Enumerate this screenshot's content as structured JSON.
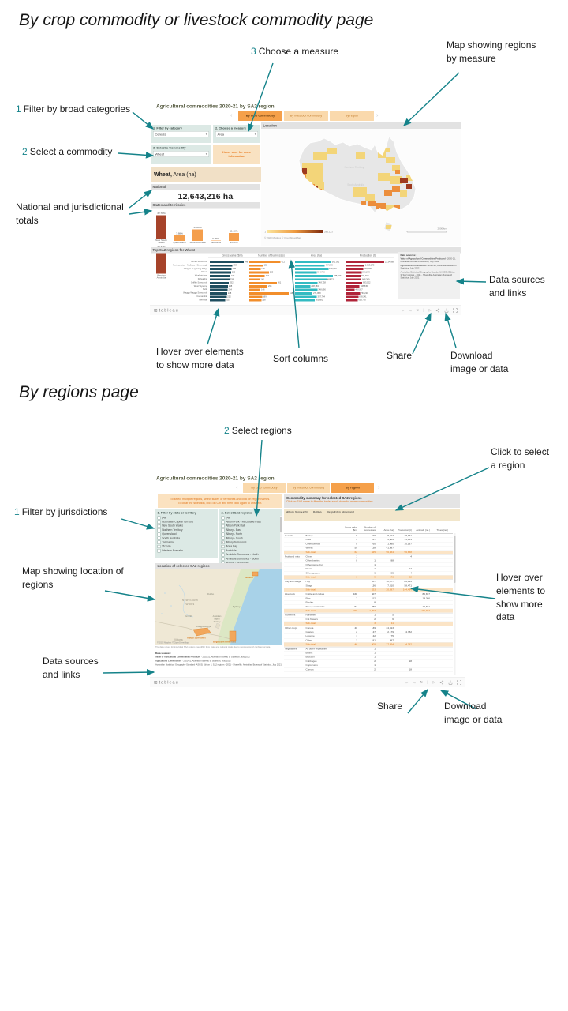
{
  "annotations": {
    "p1": {
      "heading": "By crop commodity or livestock commodity page",
      "choose_measure": {
        "num": "3",
        "text": "Choose a measure"
      },
      "map_measure": [
        "Map showing regions",
        "by measure"
      ],
      "filter_broad": {
        "num": "1",
        "text": "Filter by broad categories"
      },
      "select_commodity": {
        "num": "2",
        "text": "Select a commodity"
      },
      "totals": [
        "National and jurisdictional",
        "totals"
      ],
      "data_sources": [
        "Data sources",
        "and links"
      ],
      "hover": [
        "Hover over elements",
        "to show more data"
      ],
      "sort": "Sort columns",
      "share": "Share",
      "download": [
        "Download",
        "image or data"
      ]
    },
    "p2": {
      "heading": "By regions page",
      "select_regions": {
        "num": "2",
        "text": "Select regions"
      },
      "click_select": [
        "Click to select",
        "a region"
      ],
      "filter_jur": {
        "num": "1",
        "text": "Filter by jurisdictions"
      },
      "map_location": [
        "Map showing location of",
        "regions"
      ],
      "hover": [
        "Hover over",
        "elements to",
        "show more",
        "data"
      ],
      "data_sources": [
        "Data sources",
        "and links"
      ],
      "share": "Share",
      "download": [
        "Download",
        "image or data"
      ]
    }
  },
  "dash1": {
    "title": "Agricultural commodities 2020-21 by SA2 region",
    "tabs": [
      {
        "label": "By crop commodity",
        "selected": true
      },
      {
        "label": "By livestock commodity",
        "selected": false
      },
      {
        "label": "By region",
        "selected": false
      }
    ],
    "filters": {
      "category_label": "1. Filter by category",
      "category_value": "Cereals",
      "measure_label": "2. Choose a measure",
      "measure_value": "Area",
      "commodity_label": "3. Select a Commodity",
      "commodity_value": "Wheat",
      "info_button": "Hover over for more information"
    },
    "selection_name": "Wheat,",
    "selection_measure": "Area (ha)",
    "national_label": "National",
    "national_value": "12,643,216 ha",
    "states_label": "States and territories",
    "states_chart": {
      "type": "bar",
      "categories": [
        "New South Wales",
        "Queensland",
        "South Australia",
        "Tasmania",
        "Victoria",
        "Western Australia"
      ],
      "values_pct": [
        32.78,
        7.68,
        15.82,
        0.06,
        11.18,
        34.32
      ],
      "labels": [
        "32.78%",
        "7.68%",
        "15.82%",
        "0.06%",
        "11.18%",
        "34.32%"
      ],
      "bar_colors": [
        "#A6432A",
        "#F49E4C",
        "#F49E4C",
        "#F49E4C",
        "#F49E4C",
        "#A6432A"
      ]
    },
    "map": {
      "header": "Location",
      "legend_min": "1",
      "legend_max": "285,123",
      "state_labels": [
        "Northern Territory",
        "South Australia"
      ],
      "scale": "2000 km",
      "attribution": "© 2023 Mapbox © OpenStreetMap"
    },
    "top_label": "Top SA2 regions for Wheat",
    "top_regions": {
      "type": "bar",
      "regions": [
        "Moree Surrounds",
        "Northampton - Mullewa - Greenough",
        "Walgett - Lightning Ridge",
        "Others",
        "Wyalkatchem",
        "Dalwallinu",
        "Griffith Surrounds",
        "West Wyalong",
        "Kulin",
        "Wagga Wagga Surrounds",
        "Coonamble",
        "Merredin"
      ],
      "series": [
        {
          "name": "Gross value ($m)",
          "color": "#1F4E5F",
          "values": [
            "448",
            "298",
            "288",
            "280",
            "270",
            "258",
            "252",
            "238",
            "234",
            "228",
            "222",
            "202"
          ]
        },
        {
          "name": "Number of businesses",
          "color": "#F28E2B",
          "values": [
            "411",
            "182",
            "148",
            "258",
            "204",
            "140",
            "361",
            "238",
            "146",
            "518",
            "169",
            "158"
          ]
        },
        {
          "name": "Area (ha)",
          "color": "#33BBC2",
          "values": [
            "561,362",
            "457,803",
            "518,029",
            "334,730",
            "588,329",
            "488,233",
            "348,738",
            "238,183",
            "348,090",
            "271,808",
            "337,794",
            "305,682"
          ]
        },
        {
          "name": "Production (t)",
          "color": "#B02439",
          "values": [
            "2,134,088",
            "1,013,278",
            "948,738",
            "856,273",
            "811,812",
            "848,309",
            "893,102",
            "738,845",
            "460,927",
            "767,220",
            "678,141",
            "638,760"
          ]
        }
      ]
    },
    "sources_title": "Data sources:",
    "sources": [
      {
        "b": "Value of Agricultural Commodities Produced",
        "r": " - 2020-21, Australian Bureau of Statistics, July 2022"
      },
      {
        "b": "Agricultural Commodities",
        "r": " - 2020-21, Australian Bureau of Statistics, July 2022"
      },
      {
        "b": "",
        "r": "Australian Statistical Geography Standard (ASGS) Edition 3, SA2 regions - 2021 - Shapefile, Australian Bureau of Statistics, July 2021"
      }
    ],
    "footer_logo": "tableau"
  },
  "dash2": {
    "title": "Agricultural commodities 2020-21 by SA2 region",
    "tabs": [
      {
        "label": "By crop commodity",
        "selected": false
      },
      {
        "label": "By livestock commodity",
        "selected": false
      },
      {
        "label": "By region",
        "selected": true
      }
    ],
    "instruction": [
      "To select multiple regions, select states or territories and click on region names.",
      "To clear the selection, click on Ctrl and then click again to unselect."
    ],
    "summary_title": "Commodity summary for selected SA2 regions",
    "summary_sub": "Click on SA2 name to filter the table, scroll down for more commodities",
    "selected_regions": [
      "Albury Surrounds",
      "Ballina",
      "Bega Eden Hinterland"
    ],
    "state_filter_label": "1. Filter by state or territory",
    "states": [
      {
        "label": "(All)",
        "checked": false
      },
      {
        "label": "Australian Capital Territory",
        "checked": false
      },
      {
        "label": "New South Wales",
        "checked": true
      },
      {
        "label": "Northern Territory",
        "checked": false
      },
      {
        "label": "Queensland",
        "checked": false
      },
      {
        "label": "South Australia",
        "checked": false
      },
      {
        "label": "Tasmania",
        "checked": false
      },
      {
        "label": "Victoria",
        "checked": false
      },
      {
        "label": "Western Australia",
        "checked": false
      }
    ],
    "region_filter_label": "2. Select SA2 regions",
    "regions": [
      {
        "label": "(All)",
        "checked": false
      },
      {
        "label": "Albion Park - Macquarie Pass",
        "checked": false
      },
      {
        "label": "Albion Park Rail",
        "checked": false
      },
      {
        "label": "Albury - East",
        "checked": false
      },
      {
        "label": "Albury - North",
        "checked": false
      },
      {
        "label": "Albury - South",
        "checked": false
      },
      {
        "label": "Albury Surrounds",
        "checked": true
      },
      {
        "label": "Anna Bay",
        "checked": false
      },
      {
        "label": "Armidale",
        "checked": false
      },
      {
        "label": "Armidale Surrounds - North",
        "checked": false
      },
      {
        "label": "Armidale Surrounds - South",
        "checked": false
      },
      {
        "label": "Austral - Greendale",
        "checked": false
      }
    ],
    "location_label": "Location of selected SA2 regions",
    "map": {
      "labels": [
        "New South Wales",
        "Dubbo",
        "Griffith",
        "Sydney",
        "Australian Capital Territory",
        "Wagga Wagga",
        "Victoria"
      ],
      "highlighted": [
        "Ballina",
        "Albury Surrounds",
        "Bega Eden Hinterland"
      ],
      "attribution": "© 2022 Mapbox © OpenStreetMap"
    },
    "note": "The data values for individual SA2 regions may differ from state and national totals due to suppression of confidential data.",
    "sources_title": "Data sources:",
    "sources": [
      {
        "b": "Value of Agricultural Commodities Produced",
        "r": " - 2020-21, Australian Bureau of Statistics, July 2022"
      },
      {
        "b": "Agricultural Commodities",
        "r": " - 2020-21, Australian Bureau of Statistics, July 2022"
      },
      {
        "b": "",
        "r": "Australian Statistical Geography Standard (ASGS) Edition 3, SA2 regions - 2021 - Shapefile, Australian Bureau of Statistics, July 2021"
      }
    ],
    "table": {
      "columns": [
        "Gross value ($m)",
        "Number of businesses",
        "Area (ha)",
        "Production (t)",
        "Animals (no.)",
        "Trees (no.)"
      ],
      "groups": [
        {
          "name": "Cereals",
          "rows": [
            {
              "label": "Barley",
              "v": [
                "8",
                "90",
                "8,714",
                "38,951",
                "",
                ""
              ]
            },
            {
              "label": "Oats",
              "v": [
                "4",
                "137",
                "3,883",
                "15,961",
                "",
                ""
              ]
            },
            {
              "label": "Other cereals",
              "v": [
                "0",
                "60",
                "1,980",
                "10,197",
                "",
                ""
              ]
            },
            {
              "label": "Wheat",
              "v": [
                "50",
                "138",
                "41,887",
                "",
                "",
                ""
              ]
            },
            {
              "label": "Sub-total",
              "sub": true,
              "v": [
                "62",
                "425",
                "56,464",
                "96,868",
                "",
                ""
              ]
            }
          ]
        },
        {
          "name": "Fruit and nuts",
          "rows": [
            {
              "label": "Olives",
              "v": [
                "1",
                "",
                "",
                "4",
                "",
                ""
              ]
            },
            {
              "label": "Other berries",
              "v": [
                "0",
                "1",
                "88",
                "",
                "",
                ""
              ]
            },
            {
              "label": "Other stone fruit",
              "v": [
                "",
                "1",
                "",
                "",
                "",
                ""
              ]
            },
            {
              "label": "Pears",
              "v": [
                "",
                "1",
                "",
                "14",
                "",
                ""
              ]
            },
            {
              "label": "Other grapes",
              "v": [
                "",
                "6",
                "85",
                "4",
                "",
                ""
              ]
            },
            {
              "label": "Sub-total",
              "sub": true,
              "v": [
                "1",
                "9",
                "173",
                "22",
                "",
                ""
              ]
            }
          ]
        },
        {
          "name": "Hay and silage",
          "rows": [
            {
              "label": "Hay",
              "v": [
                "",
                "187",
                "12,477",
                "86,023",
                "",
                ""
              ]
            },
            {
              "label": "Silage",
              "v": [
                "",
                "136",
                "7,810",
                "58,471",
                "",
                ""
              ]
            },
            {
              "label": "Sub-total",
              "sub": true,
              "v": [
                "",
                "323",
                "20,287",
                "144,494",
                "",
                ""
              ]
            }
          ]
        },
        {
          "name": "Livestock",
          "rows": [
            {
              "label": "Cattle and calves",
              "v": [
                "168",
                "507",
                "",
                "",
                "86,817",
                ""
              ]
            },
            {
              "label": "Pigs",
              "v": [
                "7",
                "112",
                "",
                "",
                "14,266",
                ""
              ]
            },
            {
              "label": "Poultry",
              "v": [
                "",
                "8",
                "",
                "",
                "",
                ""
              ]
            },
            {
              "label": "Sheep and lambs",
              "v": [
                "54",
                "380",
                "",
                "",
                "10,841",
                ""
              ]
            },
            {
              "label": "Sub-total",
              "sub": true,
              "v": [
                "229",
                "1,007",
                "",
                "",
                "111,924",
                ""
              ]
            }
          ]
        },
        {
          "name": "Nurseries",
          "rows": [
            {
              "label": "Nurseries",
              "v": [
                "",
                "1",
                "5",
                "",
                "",
                ""
              ]
            },
            {
              "label": "Cut flowers",
              "v": [
                "",
                "2",
                "6",
                "",
                "",
                ""
              ]
            },
            {
              "label": "Sub-total",
              "sub": true,
              "v": [
                "",
                "3",
                "11",
                "",
                "",
                ""
              ]
            }
          ]
        },
        {
          "name": "Other crops",
          "rows": [
            {
              "label": "Canola",
              "v": [
                "40",
                "139",
                "24,813",
                "",
                "",
                ""
              ]
            },
            {
              "label": "Grapes",
              "v": [
                "2",
                "47",
                "2,179",
                "4,782",
                "",
                ""
              ]
            },
            {
              "label": "Lucerne",
              "v": [
                "1",
                "42",
                "75",
                "",
                "",
                ""
              ]
            },
            {
              "label": "Other",
              "v": [
                "3",
                "181",
                "387",
                "",
                "",
                ""
              ]
            },
            {
              "label": "Sub-total",
              "sub": true,
              "v": [
                "46",
                "409",
                "27,454",
                "4,782",
                "",
                ""
              ]
            }
          ]
        },
        {
          "name": "Vegetables",
          "rows": [
            {
              "label": "All other vegetables",
              "v": [
                "",
                "1",
                "",
                "",
                "",
                ""
              ]
            },
            {
              "label": "Beans",
              "v": [
                "",
                "1",
                "",
                "",
                "",
                ""
              ]
            },
            {
              "label": "Broccoli",
              "v": [
                "",
                "1",
                "",
                "",
                "",
                ""
              ]
            },
            {
              "label": "Cabbages",
              "v": [
                "",
                "2",
                "",
                "18",
                "",
                ""
              ]
            },
            {
              "label": "Capsicums",
              "v": [
                "",
                "1",
                "",
                "",
                "",
                ""
              ]
            },
            {
              "label": "Carrots",
              "v": [
                "",
                "2",
                "",
                "18",
                "",
                ""
              ]
            }
          ]
        }
      ]
    },
    "footer_logo": "tableau"
  }
}
